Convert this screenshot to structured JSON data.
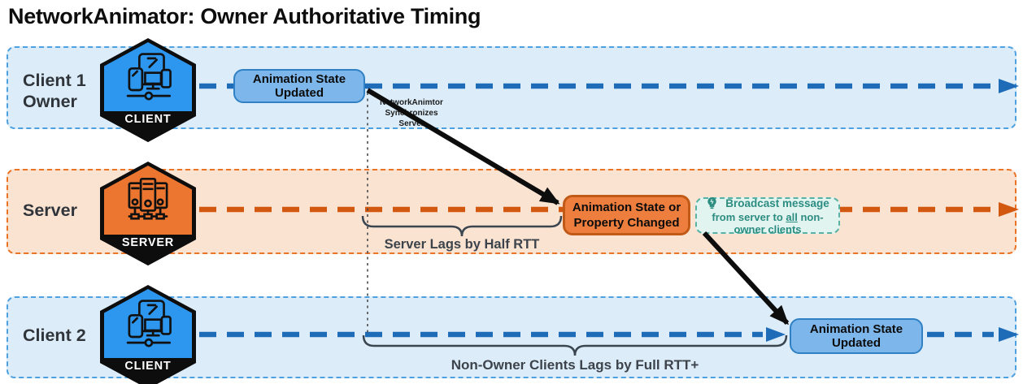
{
  "title": "NetworkAnimator: Owner Authoritative Timing",
  "lanes": [
    {
      "label_line1": "Client 1",
      "label_line2": "Owner",
      "badge": "CLIENT"
    },
    {
      "label_line1": "Server",
      "label_line2": "",
      "badge": "SERVER"
    },
    {
      "label_line1": "Client 2",
      "label_line2": "",
      "badge": "CLIENT"
    }
  ],
  "events": {
    "client1_update": "Animation State Updated",
    "sync_note": [
      "NetworkAnimtor",
      "Synchronizes",
      "Server"
    ],
    "server_change": [
      "Animation State or",
      "Property Changed"
    ],
    "broadcast": {
      "line1": "Broadcast message",
      "line2_prefix": "from server to ",
      "line2_emphasis": "all",
      "line2_suffix": " non-owner clients"
    },
    "client2_update": "Animation State Updated"
  },
  "annotations": {
    "server_lag": "Server Lags by Half RTT",
    "client_lag": "Non-Owner Clients Lags by Full RTT+"
  },
  "colors": {
    "client_accent": "#2d96ee",
    "client_lane_bg": "#dcedf9",
    "client_lane_border": "#4ea1e0",
    "client_timeline": "#1e6cb7",
    "server_accent": "#ec7630",
    "server_lane_bg": "#fbe3d2",
    "server_lane_border": "#ea7326",
    "server_timeline": "#d2570f",
    "event_box_blue": "#7cb6ea",
    "event_box_orange": "#ee7e3e",
    "broadcast_teal": "#2b8c80",
    "arrow_black": "#0d0d0d"
  }
}
